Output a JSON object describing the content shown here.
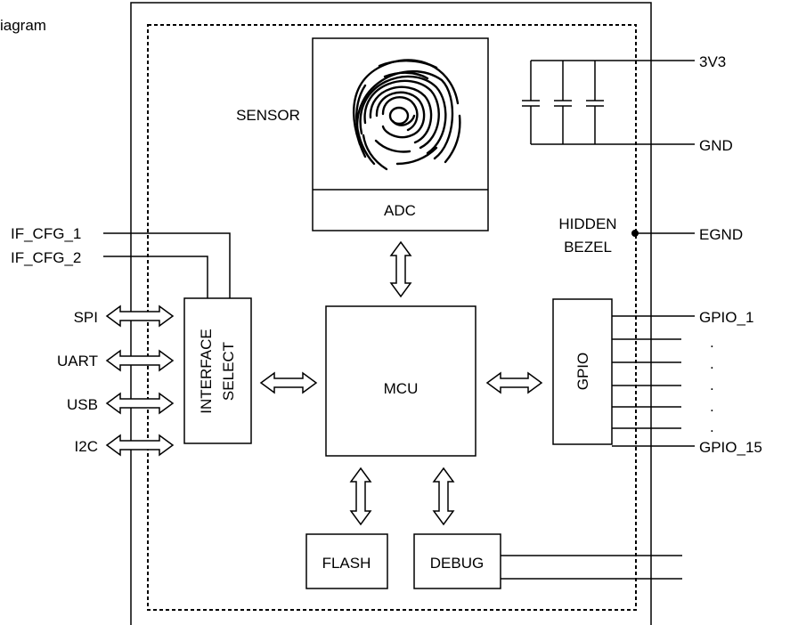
{
  "header": {
    "partial_title": "iagram"
  },
  "blocks": {
    "sensor": "SENSOR",
    "adc": "ADC",
    "mcu": "MCU",
    "interface_select_line1": "INTERFACE",
    "interface_select_line2": "SELECT",
    "gpio_block": "GPIO",
    "flash": "FLASH",
    "debug": "DEBUG",
    "hidden_bezel_line1": "HIDDEN",
    "hidden_bezel_line2": "BEZEL"
  },
  "pins": {
    "v33": "3V3",
    "gnd": "GND",
    "egnd": "EGND",
    "gpio_first": "GPIO_1",
    "gpio_last": "GPIO_15",
    "ellipsis": "."
  },
  "config_pins": [
    "IF_CFG_1",
    "IF_CFG_2"
  ],
  "interfaces": [
    "SPI",
    "UART",
    "USB",
    "I2C"
  ],
  "icons": {
    "fingerprint": "fingerprint-icon",
    "capacitor": "capacitor-icon",
    "junction": "junction-dot-icon"
  },
  "colors": {
    "stroke": "#000000",
    "background": "#ffffff"
  }
}
